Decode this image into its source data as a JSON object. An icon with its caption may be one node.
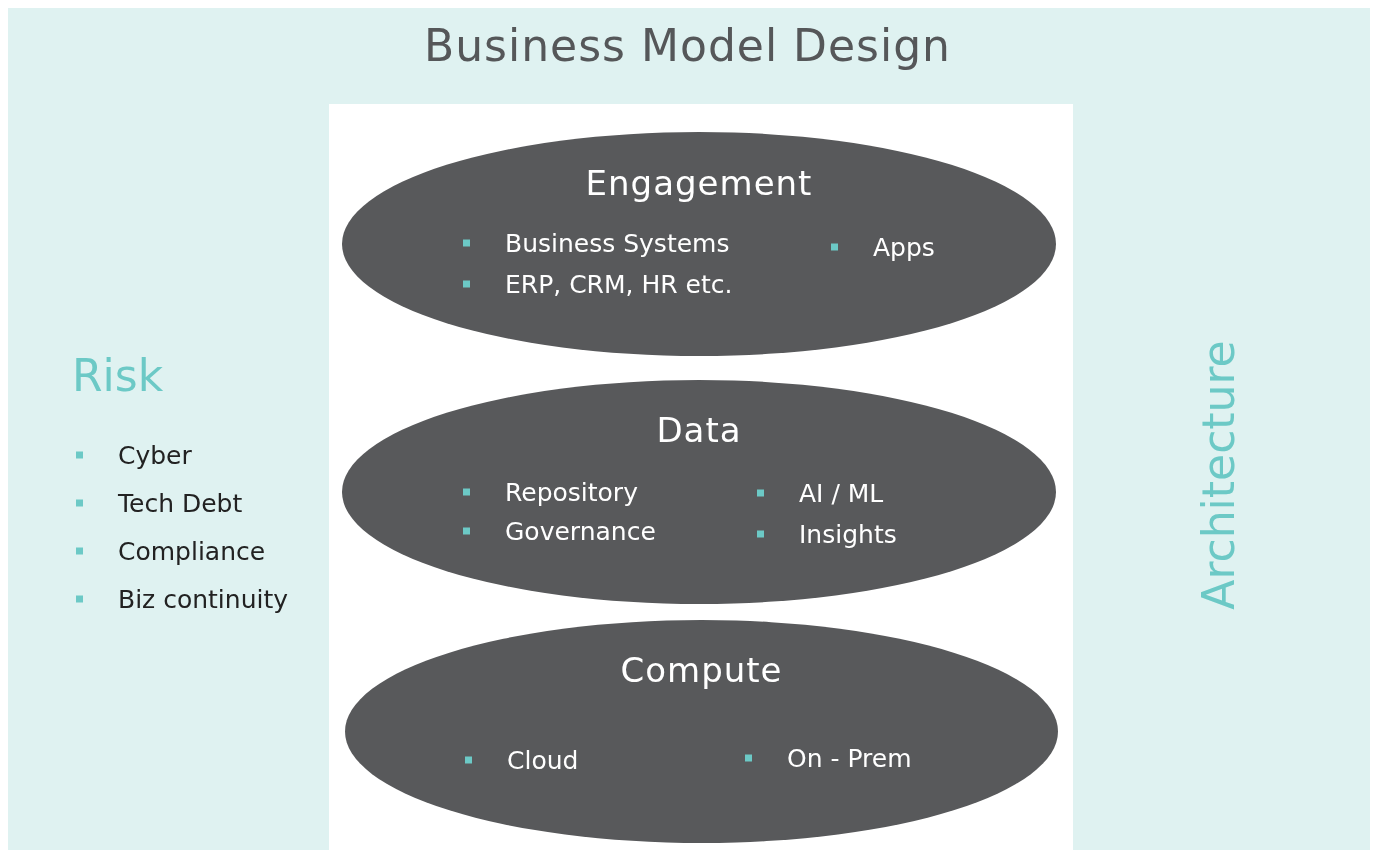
{
  "diagram": {
    "title": "Business Model Design",
    "nodes": [
      {
        "text": [
          "Engagement",
          "Business Systems",
          "ERP, CRM, HR etc.",
          "Apps"
        ]
      },
      {
        "text": [
          "Data",
          "Repository",
          "Governance",
          "AI / ML",
          "Insights"
        ]
      },
      {
        "text": [
          "Compute",
          "Cloud",
          "On - Prem"
        ]
      }
    ],
    "edges": [],
    "labels": [
      "Risk",
      "Cyber",
      "Tech Debt",
      "Compliance",
      "Biz continuity",
      "Architecture"
    ]
  }
}
